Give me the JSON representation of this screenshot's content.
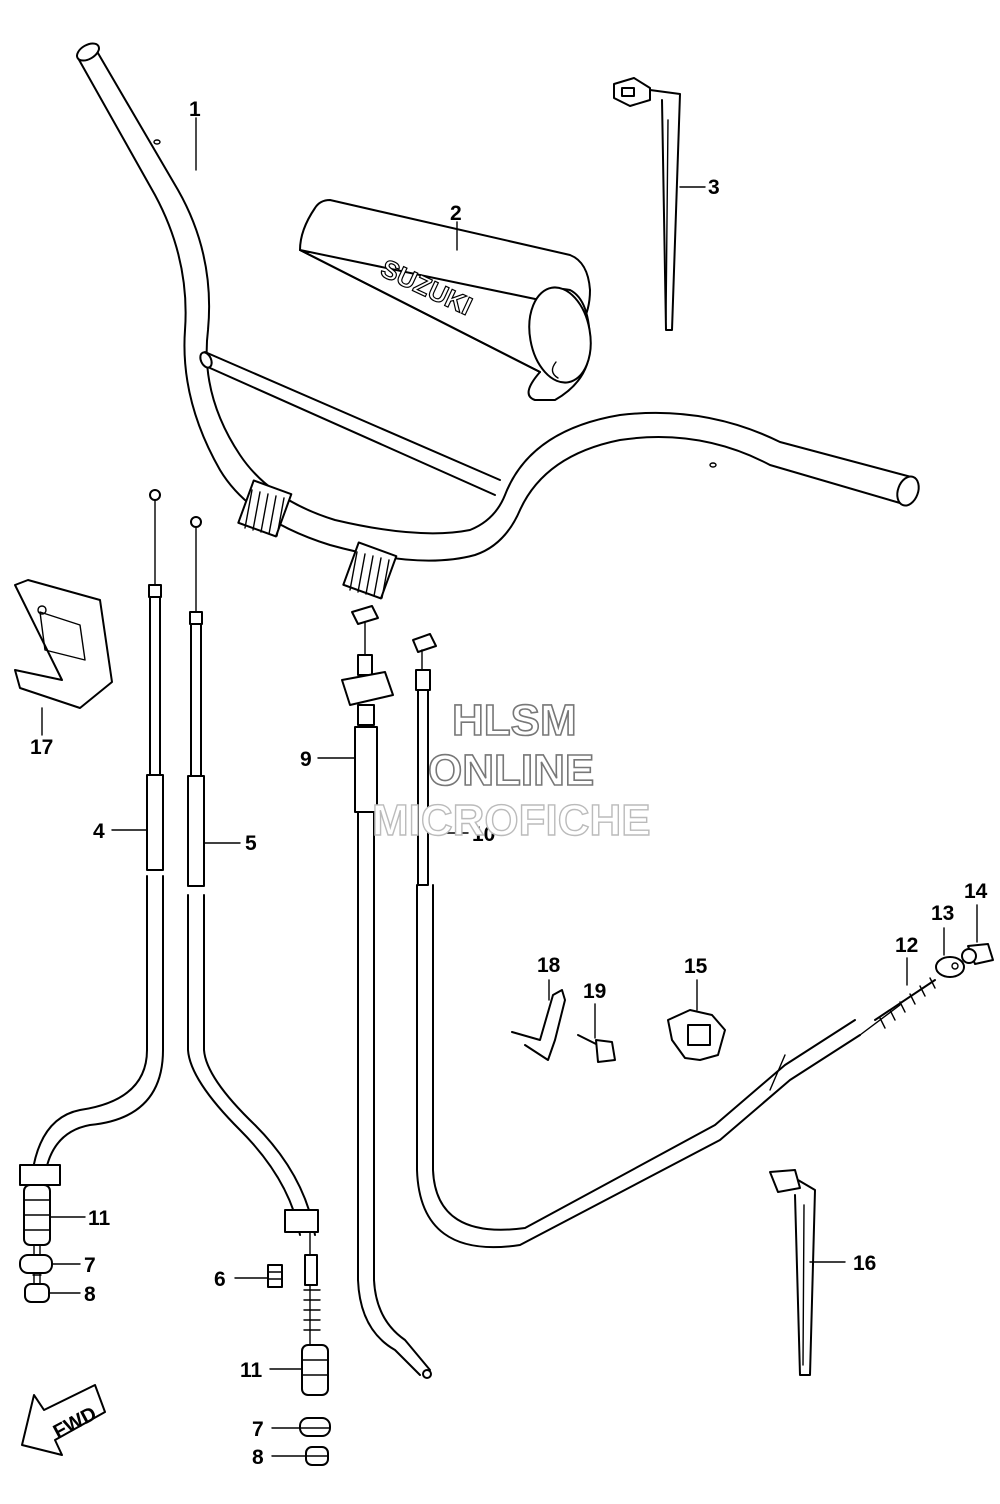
{
  "callouts": [
    {
      "id": "1",
      "text": "1"
    },
    {
      "id": "2",
      "text": "2"
    },
    {
      "id": "3",
      "text": "3"
    },
    {
      "id": "4",
      "text": "4"
    },
    {
      "id": "5",
      "text": "5"
    },
    {
      "id": "6",
      "text": "6"
    },
    {
      "id": "7a",
      "text": "7"
    },
    {
      "id": "7b",
      "text": "7"
    },
    {
      "id": "8a",
      "text": "8"
    },
    {
      "id": "8b",
      "text": "8"
    },
    {
      "id": "9",
      "text": "9"
    },
    {
      "id": "10",
      "text": "10"
    },
    {
      "id": "11a",
      "text": "11"
    },
    {
      "id": "11b",
      "text": "11"
    },
    {
      "id": "12",
      "text": "12"
    },
    {
      "id": "13",
      "text": "13"
    },
    {
      "id": "14",
      "text": "14"
    },
    {
      "id": "15",
      "text": "15"
    },
    {
      "id": "16",
      "text": "16"
    },
    {
      "id": "17",
      "text": "17"
    },
    {
      "id": "18",
      "text": "18"
    },
    {
      "id": "19",
      "text": "19"
    }
  ],
  "pad_logo": "SUZUKI",
  "direction_arrow": "FWD",
  "watermark": {
    "line1": "HLSM",
    "line2": "ONLINE",
    "line3": "MICROFICHE"
  },
  "icons": [
    "handlebar",
    "handlebar-pad",
    "cable-tie",
    "brake-cable",
    "clutch-cable",
    "throttle-cable",
    "bolt",
    "bracket",
    "fwd-arrow"
  ]
}
